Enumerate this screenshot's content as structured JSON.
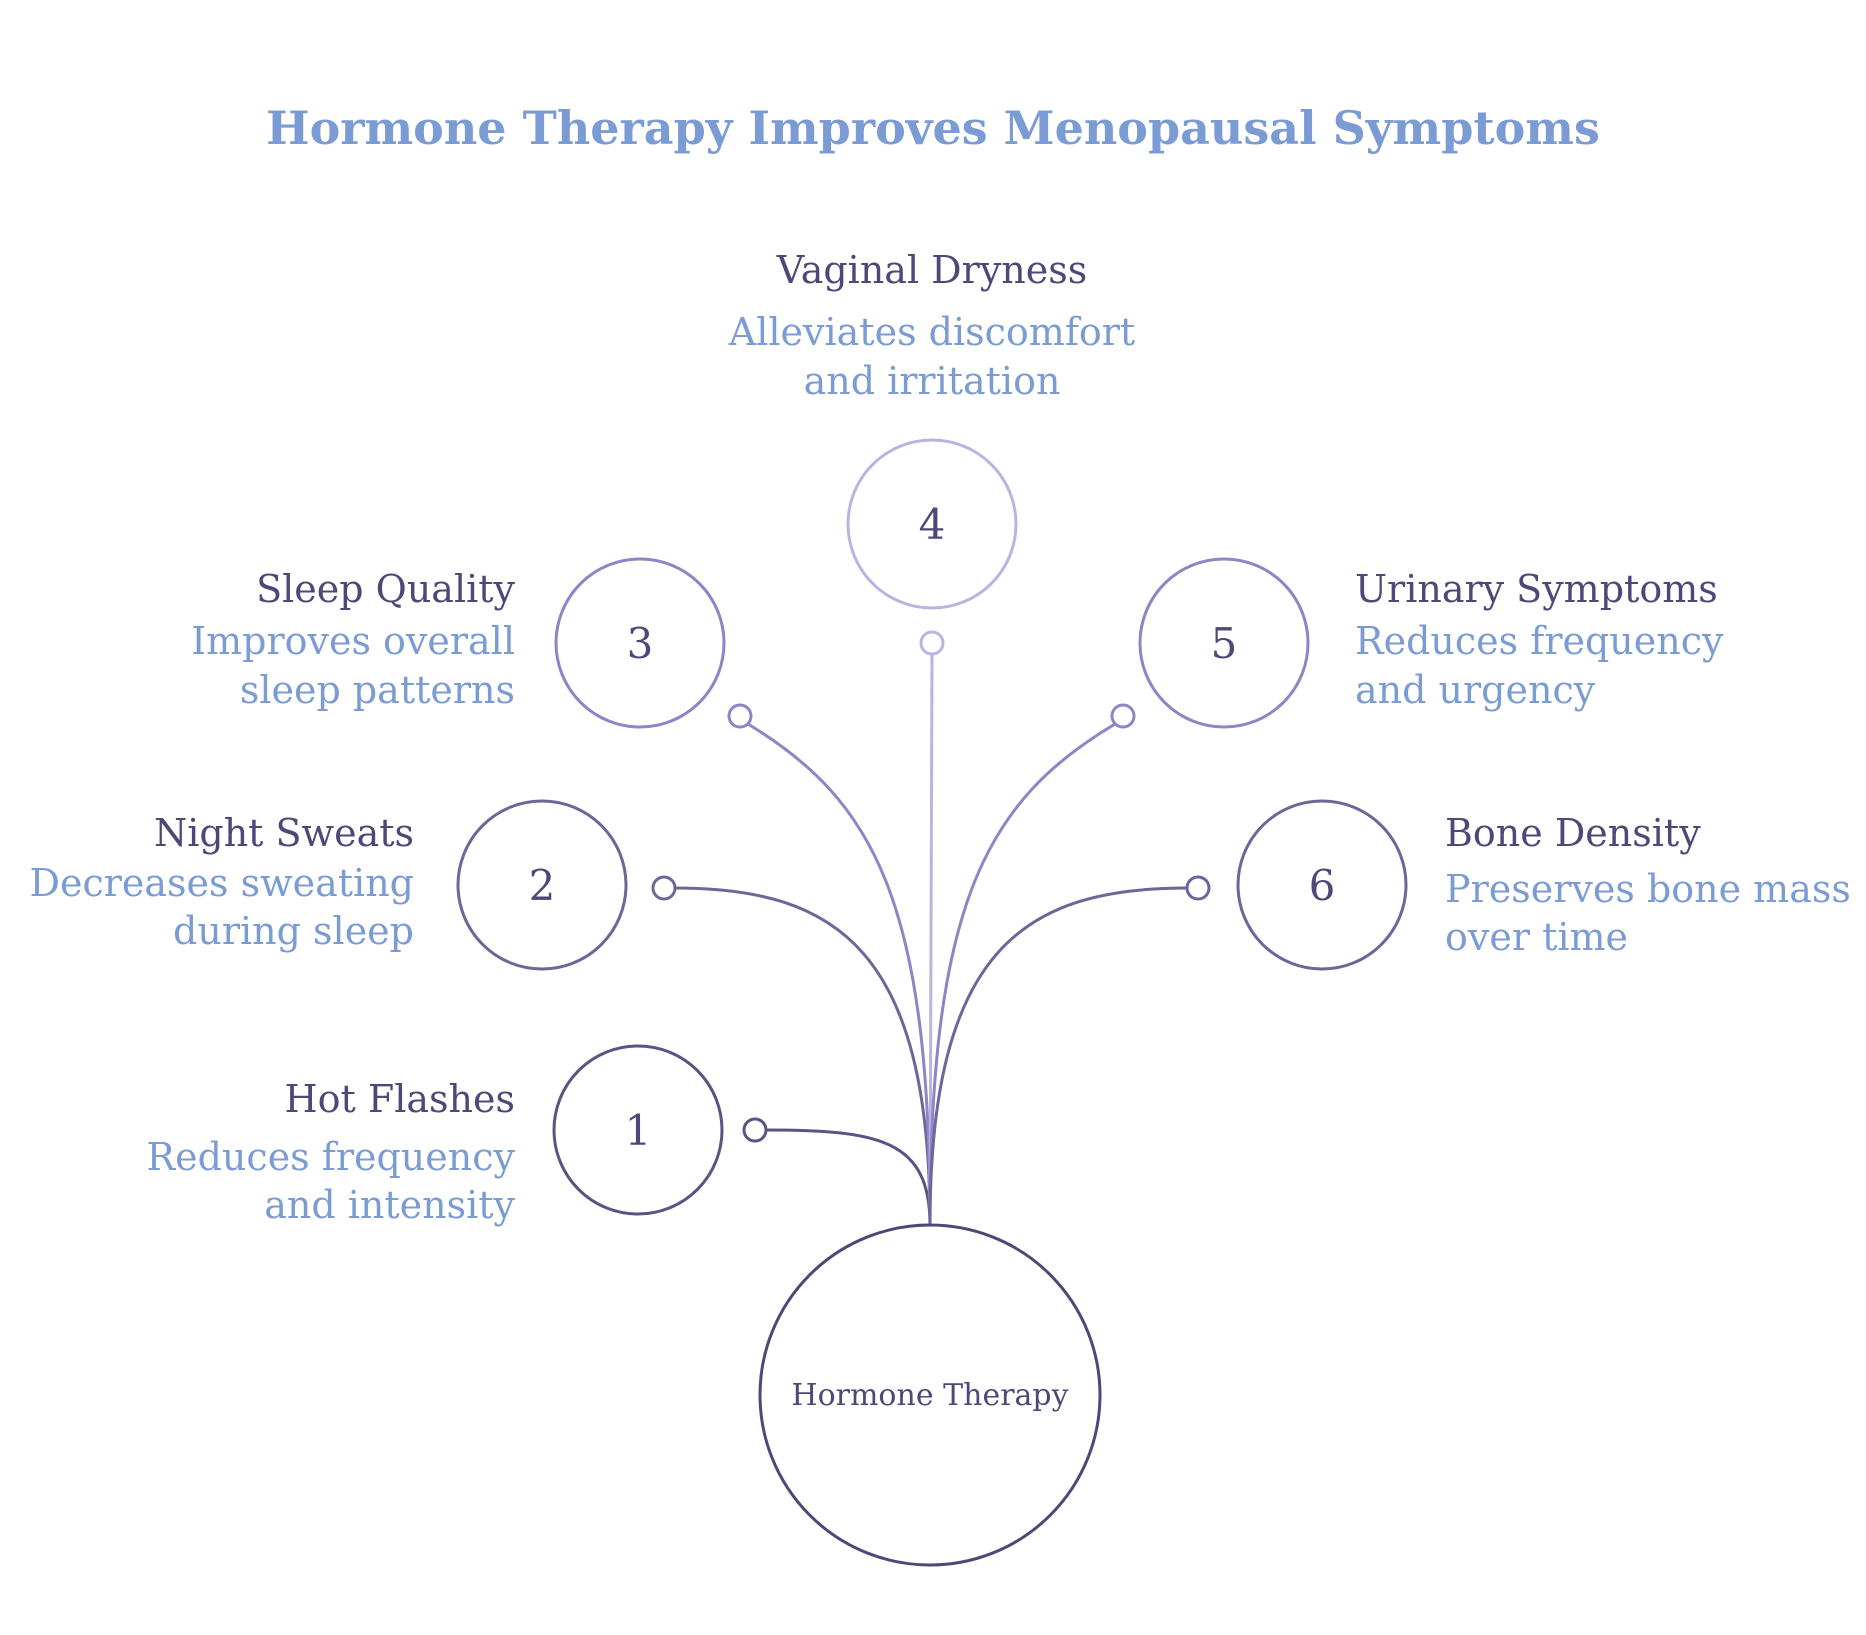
{
  "title": "Hormone Therapy Improves Menopausal Symptoms",
  "center": {
    "label": "Hormone Therapy"
  },
  "items": [
    {
      "number": "1",
      "heading": "Hot Flashes",
      "desc_lines": [
        "Reduces frequency",
        "and intensity"
      ]
    },
    {
      "number": "2",
      "heading": "Night Sweats",
      "desc_lines": [
        "Decreases sweating",
        "during sleep"
      ]
    },
    {
      "number": "3",
      "heading": "Sleep Quality",
      "desc_lines": [
        "Improves overall",
        "sleep patterns"
      ]
    },
    {
      "number": "4",
      "heading": "Vaginal Dryness",
      "desc_lines": [
        "Alleviates discomfort",
        "and irritation"
      ]
    },
    {
      "number": "5",
      "heading": "Urinary Symptoms",
      "desc_lines": [
        "Reduces frequency",
        "and urgency"
      ]
    },
    {
      "number": "6",
      "heading": "Bone Density",
      "desc_lines": [
        "Preserves bone mass",
        "over time"
      ]
    }
  ],
  "colors": {
    "title": "#7b9bd4",
    "heading": "#4e4878",
    "desc": "#7b9bd4",
    "center": "#4e4878",
    "item1": "#5a5384",
    "item2": "#6d6699",
    "item3": "#8d85c6",
    "item4": "#bcb3e3",
    "item5": "#8d85c6",
    "item6": "#6d6699"
  }
}
